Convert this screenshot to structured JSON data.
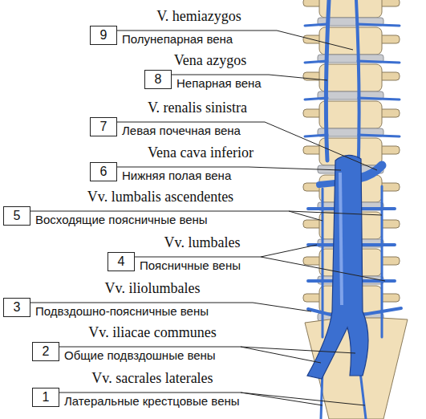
{
  "diagram": {
    "nodes": [
      {
        "text": [
          "9"
        ]
      },
      {
        "text": [
          "8"
        ]
      },
      {
        "text": [
          "7"
        ]
      },
      {
        "text": [
          "6"
        ]
      },
      {
        "text": [
          "5"
        ]
      },
      {
        "text": [
          "4"
        ]
      },
      {
        "text": [
          "3"
        ]
      },
      {
        "text": [
          "2"
        ]
      },
      {
        "text": [
          "1"
        ]
      }
    ],
    "labels": [
      "V. hemiazygos",
      "Полунепарная вена",
      "Vena azygos",
      "Непарная вена",
      "V. renalis sinistra",
      "Левая почечная вена",
      "Vena cava inferior",
      "Нижняя полая вена",
      "Vv. lumbalis ascendentes",
      "Восходящие поясничные вены",
      "Vv. lumbales",
      "Поясничные вены",
      "Vv. iliolumbales",
      "Подвздошно-поясничные вены",
      "Vv. iliacae communes",
      "Общие подвздошные вены",
      "Vv. sacrales laterales",
      "Латеральные крестцовые вены"
    ]
  }
}
